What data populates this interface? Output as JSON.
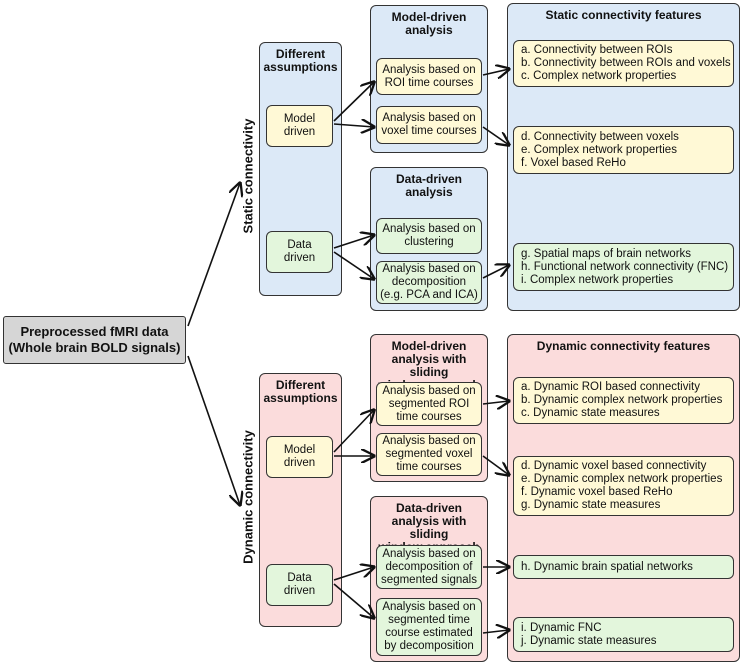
{
  "root": {
    "label": "Preprocessed fMRI data\n(Whole brain BOLD signals)"
  },
  "static": {
    "label": "Static connectivity",
    "assumptions": {
      "title": "Different\nassumptions",
      "model_driven": "Model\ndriven",
      "data_driven": "Data\ndriven"
    },
    "model_analysis": {
      "title": "Model-driven\nanalysis",
      "roi": "Analysis based on\nROI time courses",
      "voxel": "Analysis based on\nvoxel time courses"
    },
    "data_analysis": {
      "title": "Data-driven\nanalysis",
      "clustering": "Analysis based on\nclustering",
      "decomposition": "Analysis based on\ndecomposition\n(e.g. PCA and ICA)"
    },
    "features": {
      "title": "Static connectivity features",
      "group1": [
        "a. Connectivity between ROIs",
        "b. Connectivity between ROIs and voxels",
        "c. Complex network properties"
      ],
      "group2": [
        "d. Connectivity between voxels",
        "e. Complex network properties",
        "f.  Voxel based ReHo"
      ],
      "group3": [
        "g. Spatial maps of brain networks",
        "h. Functional network connectivity (FNC)",
        "i.  Complex network properties"
      ]
    }
  },
  "dynamic": {
    "label": "Dynamic connectivity",
    "assumptions": {
      "title": "Different\nassumptions",
      "model_driven": "Model\ndriven",
      "data_driven": "Data\ndriven"
    },
    "model_analysis": {
      "title": "Model-driven\nanalysis with sliding\nwindow approach",
      "roi": "Analysis based on\nsegmented ROI\ntime courses",
      "voxel": "Analysis based on\nsegmented voxel\ntime courses"
    },
    "data_analysis": {
      "title": "Data-driven\nanalysis with sliding\nwindow approach",
      "decomposition": "Analysis based on\ndecomposition of\nsegmented signals",
      "segmented": "Analysis based on\nsegmented time\ncourse estimated\nby decomposition"
    },
    "features": {
      "title": "Dynamic connectivity features",
      "group1": [
        "a. Dynamic ROI based connectivity",
        "b. Dynamic complex network properties",
        "c. Dynamic state measures"
      ],
      "group2": [
        "d. Dynamic voxel based connectivity",
        "e. Dynamic complex network properties",
        "f.  Dynamic voxel based ReHo",
        "g. Dynamic state measures"
      ],
      "group3": [
        "h. Dynamic brain spatial networks"
      ],
      "group4": [
        "i. Dynamic FNC",
        "j. Dynamic state measures"
      ]
    }
  },
  "colors": {
    "static_panel": "#dce9f7",
    "dynamic_panel": "#fbdcdc",
    "model_box": "#fff9d6",
    "data_box": "#e3f6dc",
    "root_box": "#d6d6d6"
  }
}
